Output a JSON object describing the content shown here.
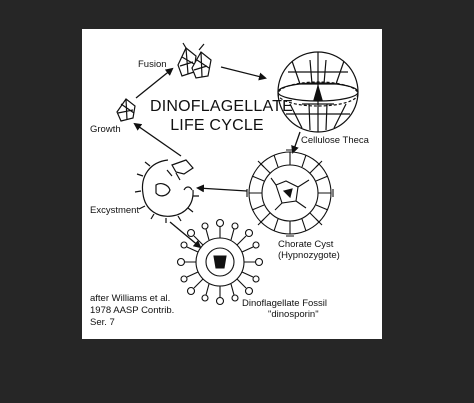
{
  "title": {
    "line1": "DINOFLAGELLATE",
    "line2": "LIFE CYCLE"
  },
  "stages": {
    "fusion": "Fusion",
    "growth": "Growth",
    "cellulose_theca": "Cellulose Theca",
    "excystment": "Excystment",
    "chorate_cyst": {
      "line1": "Chorate Cyst",
      "line2": "(Hypnozygote)"
    },
    "fossil": {
      "line1": "Dinoflagellate Fossil",
      "line2": "\"dinosporin\""
    }
  },
  "citation": {
    "line1": "after Williams et al.",
    "line2": "1978 AASP Contrib.",
    "line3": "Ser. 7"
  },
  "colors": {
    "page_background": "#262626",
    "panel_background": "#ffffff",
    "ink": "#111111"
  }
}
